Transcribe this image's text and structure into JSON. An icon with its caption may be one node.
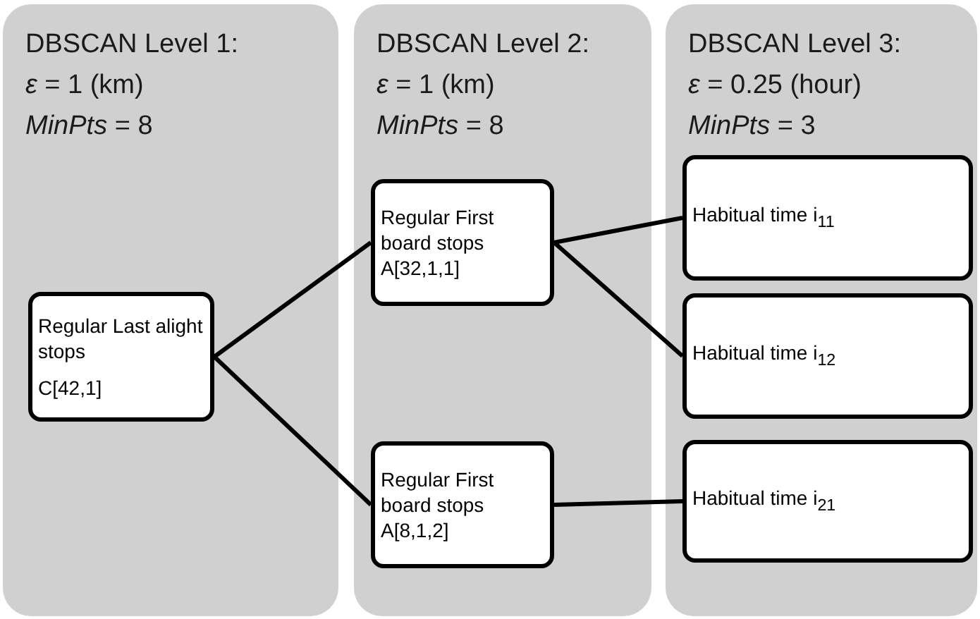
{
  "diagram": {
    "nodes": [
      {
        "text": [
          "DBSCAN Level 1:",
          "*ε* = 1 (km)",
          "*MinPts* = 8"
        ]
      },
      {
        "text": [
          "DBSCAN Level 2:",
          "*ε* = 1 (km)",
          "*MinPts* = 8"
        ]
      },
      {
        "text": [
          "DBSCAN Level 3:",
          "*ε* = 0.25 (hour)",
          "*MinPts* = 3"
        ]
      },
      {
        "text": [
          "Regular Last alight stops",
          "C[42,1]"
        ],
        "in": 0
      },
      {
        "text": [
          "Regular First board stops A[32,1,1]"
        ],
        "in": 1
      },
      {
        "text": [
          "Regular First board stops A[8,1,2]"
        ],
        "in": 1
      },
      {
        "text": [
          "Habitual time i$_{11}$"
        ],
        "in": 2
      },
      {
        "text": [
          "Habitual time i$_{12}$"
        ],
        "in": 2
      },
      {
        "text": [
          "Habitual time i$_{21}$"
        ],
        "in": 2
      }
    ],
    "edges": [
      {
        "from": 3,
        "to": 4,
        "arrow": "none"
      },
      {
        "from": 3,
        "to": 5,
        "arrow": "none"
      },
      {
        "from": 4,
        "to": 6,
        "arrow": "none"
      },
      {
        "from": 4,
        "to": 7,
        "arrow": "none"
      },
      {
        "from": 5,
        "to": 8,
        "arrow": "none"
      }
    ]
  }
}
